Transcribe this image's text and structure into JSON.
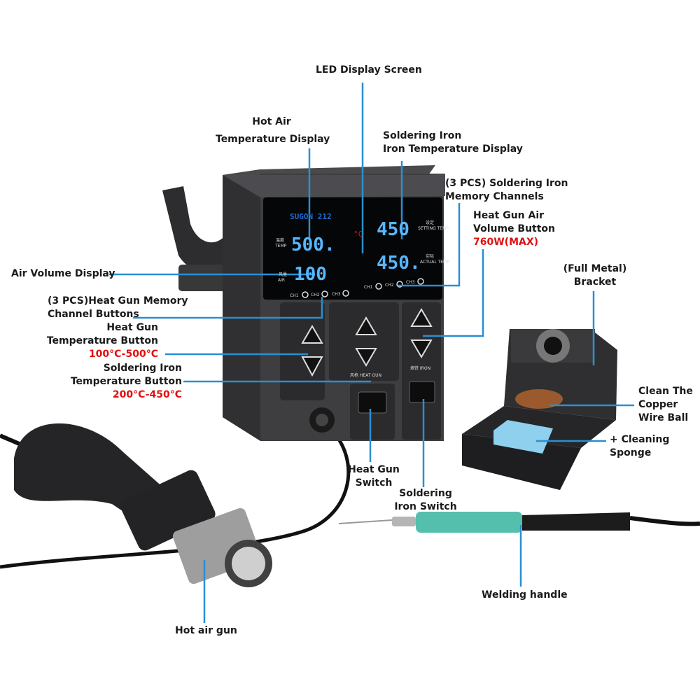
{
  "colors": {
    "callout": "#2a8fd0",
    "red_text": "#e01010",
    "digits": "#56b6ff",
    "body": "#3a3a3c",
    "brand": "#1e6fd9"
  },
  "device": {
    "brand": "SUGON 212",
    "hot_air_temp": "500.",
    "air_volume": "100",
    "iron_setting_temp": "450",
    "iron_actual_temp": "450.",
    "unit": "°C",
    "tag_temp_cn": "温度",
    "tag_temp": "TEMP",
    "tag_air_cn": "风量",
    "tag_air": "AIR",
    "tag_setting_cn": "设定",
    "tag_setting": "SETTING TEMP",
    "tag_actual_cn": "实际",
    "tag_actual": "ACTUAL TEMP",
    "ch1": "CH1",
    "ch2": "CH2",
    "ch3": "CH3",
    "heat_gun_panel": "风枪 HEAT GUN",
    "iron_panel": "烙铁 IRON"
  },
  "labels": {
    "led": "LED Display Screen",
    "hot_air_temp_1": "Hot Air",
    "hot_air_temp_2": "Temperature Display",
    "iron_temp_1": "Soldering Iron",
    "iron_temp_2": "Iron Temperature Display",
    "iron_mem_1": "(3 PCS) Soldering Iron",
    "iron_mem_2": "Memory Channels",
    "air_btn_1": "Heat Gun Air",
    "air_btn_2": "Volume Button",
    "air_btn_3": "760W(MAX)",
    "air_volume": "Air Volume Display",
    "gun_mem_1": "(3 PCS)Heat Gun Memory",
    "gun_mem_2": "Channel Buttons",
    "gun_temp_1": "Heat Gun",
    "gun_temp_2": "Temperature Button",
    "gun_temp_3": "100°C-500°C",
    "iron_btn_1": "Soldering Iron",
    "iron_btn_2": "Temperature Button",
    "iron_btn_3": "200°C-450°C",
    "bracket_1": "(Full Metal)",
    "bracket_2": "Bracket",
    "copper_1": "Clean The",
    "copper_2": "Copper",
    "copper_3": "Wire Ball",
    "sponge_1": "+ Cleaning",
    "sponge_2": "Sponge",
    "gun_switch_1": "Heat Gun",
    "gun_switch_2": "Switch",
    "iron_switch_1": "Soldering",
    "iron_switch_2": "Iron Switch",
    "welding_handle": "Welding handle",
    "hot_air_gun": "Hot air gun"
  }
}
